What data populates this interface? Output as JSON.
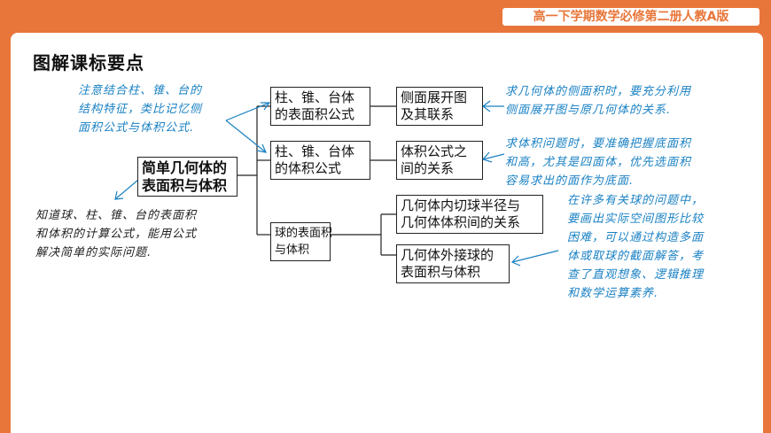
{
  "header": {
    "badge": "高一下学期数学必修第二册人教A版"
  },
  "page_title": "图解课标要点",
  "diagram": {
    "root": {
      "line1": "简单几何体的",
      "line2": "表面积与体积"
    },
    "branch1": {
      "line1": "柱、锥、台体",
      "line2": "的表面积公式"
    },
    "branch2": {
      "line1": "柱、锥、台体",
      "line2": "的体积公式"
    },
    "branch3": {
      "line1": "球的表面积",
      "line2": "与体积"
    },
    "leaf1": {
      "line1": "侧面展开图",
      "line2": "及其联系"
    },
    "leaf2": {
      "line1": "体积公式之",
      "line2": "间的关系"
    },
    "leaf3": {
      "line1": "几何体内切球半径与",
      "line2": "几何体体积间的关系"
    },
    "leaf4": {
      "line1": "几何体外接球的",
      "line2": "表面积与体积"
    }
  },
  "notes": {
    "top_left": [
      "注意结合柱、锥、台的",
      "结构特征，类比记忆侧",
      "面积公式与体积公式."
    ],
    "bottom_left": [
      "知道球、柱、锥、台的表面积",
      "和体积的计算公式，能用公式",
      "解决简单的实际问题."
    ],
    "right1": [
      "求几何体的侧面积时，要充分利用",
      "侧面展开图与原几何体的关系."
    ],
    "right2": [
      "求体积问题时，要准确把握底面积",
      "和高，尤其是四面体，优先选面积",
      "容易求出的面作为底面."
    ],
    "right3": [
      "在许多有关球的问题中，",
      "要画出实际空间图形比较",
      "困难，可以通过构造多面",
      "体或取球的截面解答，考",
      "查了直观想象、逻辑推理",
      "和数学运算素养."
    ]
  },
  "colors": {
    "accent": "#E8763A",
    "note_blue": "#1b82c4"
  }
}
